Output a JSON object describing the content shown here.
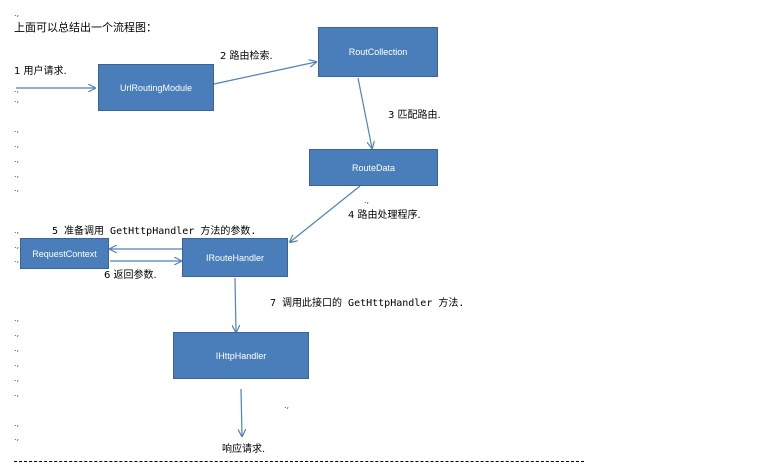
{
  "intro": "上面可以总结出一个流程图：",
  "para_mark": ".,",
  "nodes": {
    "url_routing_module": "UrlRoutingModule",
    "rout_collection": "RoutCollection",
    "route_data": "RouteData",
    "request_context": "RequestContext",
    "iroute_handler": "IRouteHandler",
    "ihttp_handler": "IHttpHandler"
  },
  "steps": {
    "s1": "1 用户请求.",
    "s2": "2  路由检索.",
    "s3": "3 匹配路由.",
    "s4": "4 路由处理程序.",
    "s5": "5 准备调用 GetHttpHandler 方法的参数.",
    "s6": "6 返回参数.",
    "s7": "7 调用此接口的 GetHttpHandler 方法.",
    "end": "响应请求."
  },
  "colors": {
    "box_fill": "#4a7ebb",
    "box_border": "#3a6493",
    "arrow": "#4f81bd"
  }
}
